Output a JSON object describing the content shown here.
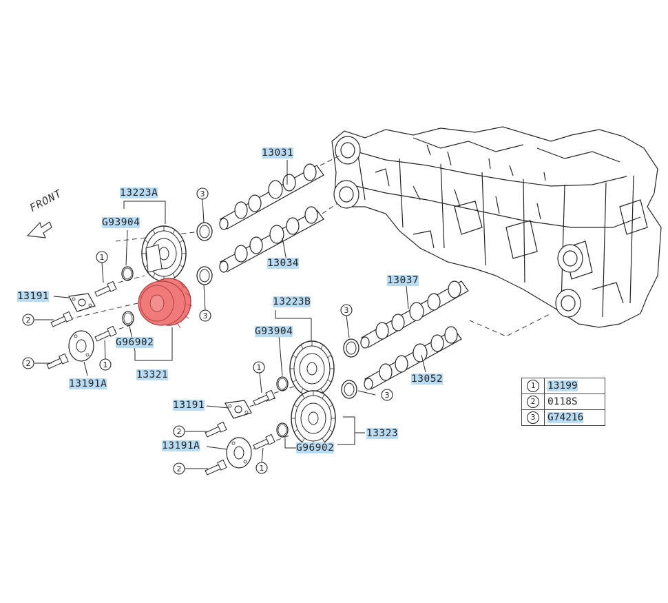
{
  "front_label": "FRONT",
  "parts": {
    "p13031": "13031",
    "p13223A": "13223A",
    "pG93904_top": "G93904",
    "p13034": "13034",
    "p13191_top": "13191",
    "pG96902_top": "G96902",
    "p13321": "13321",
    "p13191A_top": "13191A",
    "p13037": "13037",
    "p13223B": "13223B",
    "pG93904_bot": "G93904",
    "p13052": "13052",
    "p13191_bot": "13191",
    "p13323": "13323",
    "p13191A_bot": "13191A",
    "pG96902_bot": "G96902"
  },
  "callouts": {
    "c1": "1",
    "c2": "2",
    "c3": "3"
  },
  "legend": [
    {
      "num": "1",
      "code": "13199"
    },
    {
      "num": "2",
      "code": "0118S"
    },
    {
      "num": "3",
      "code": "G74216"
    }
  ],
  "colors": {
    "highlight_part": "#f07a7a",
    "label_highlight": "#b9dcf5"
  }
}
